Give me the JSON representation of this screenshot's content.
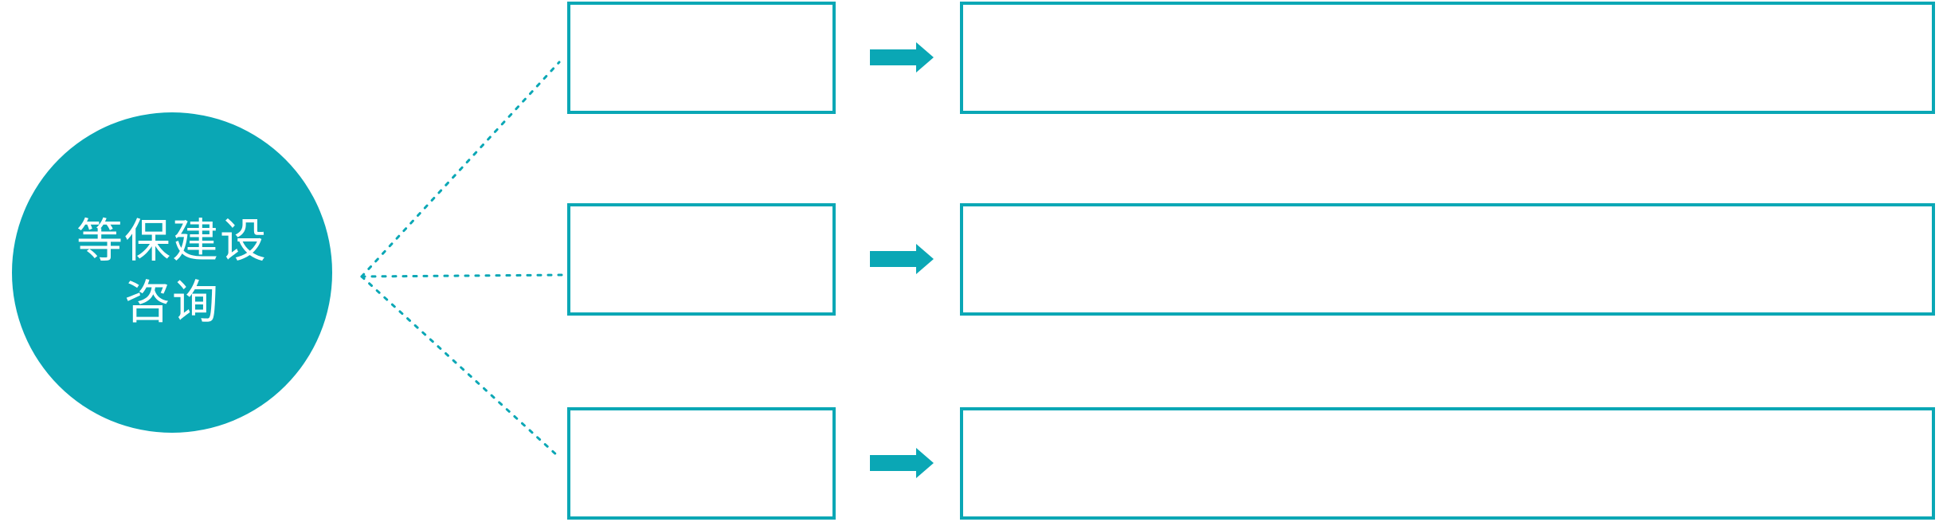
{
  "colors": {
    "accent_teal": "#0AA7B5",
    "background": "#FFFFFF",
    "hub_text": "#FFFFFF"
  },
  "hub": {
    "title_line1": "等保建设",
    "title_line2": "咨询"
  },
  "rows": [
    {
      "step_text": "",
      "detail_text": ""
    },
    {
      "step_text": "",
      "detail_text": ""
    },
    {
      "step_text": "",
      "detail_text": ""
    }
  ],
  "icons": {
    "arrow": "block-arrow-right-icon",
    "connector": "dotted-connector-line"
  }
}
